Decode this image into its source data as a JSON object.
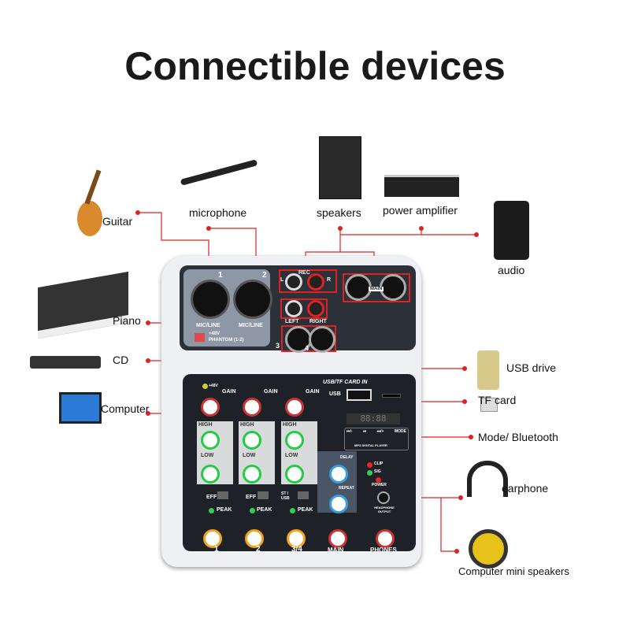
{
  "title": "Connectible devices",
  "devices": {
    "guitar": "Guitar",
    "microphone": "microphone",
    "speakers": "speakers",
    "power_amplifier": "power amplifier",
    "audio": "audio",
    "piano": "Piano",
    "cd": "CD",
    "computer": "Computer",
    "usb_drive": "USB drive",
    "tf_card": "TF card",
    "mode_bluetooth": "Mode/ Bluetooth",
    "earphone": "earphone",
    "mini_speakers": "Computer mini speakers"
  },
  "mixer": {
    "ch1": "1",
    "ch2": "2",
    "mic_line": "MIC/LINE",
    "phantom": "+48V",
    "phantom2": "PHANTOM (1-2)",
    "rec": "REC",
    "l": "L",
    "r": "R",
    "left": "LEFT",
    "right": "RIGHT",
    "in3": "3",
    "in4": "4",
    "main_out": "MAIN",
    "usb_tf": "USB/TF CARD IN",
    "usb": "USB",
    "display": "88:88",
    "mp3": "MP3 DIGITAL PLAYER",
    "buttons": [
      "⏮/-",
      "⏯",
      "⏭/+",
      "MODE"
    ],
    "gain": "GAIN",
    "high": "HIGH",
    "low": "LOW",
    "eff": "EFF",
    "st_usb": "ST / USB",
    "peak": "PEAK",
    "channels": [
      "1",
      "2",
      "3/4"
    ],
    "main": "MAIN",
    "phones": "PHONES",
    "delay": "DELAY",
    "repeat": "REPEAT",
    "clip": "CLIP",
    "sig": "SIG",
    "power": "POWER",
    "headphone": "HEADPHONE OUTPUT",
    "p48": "+48V"
  }
}
